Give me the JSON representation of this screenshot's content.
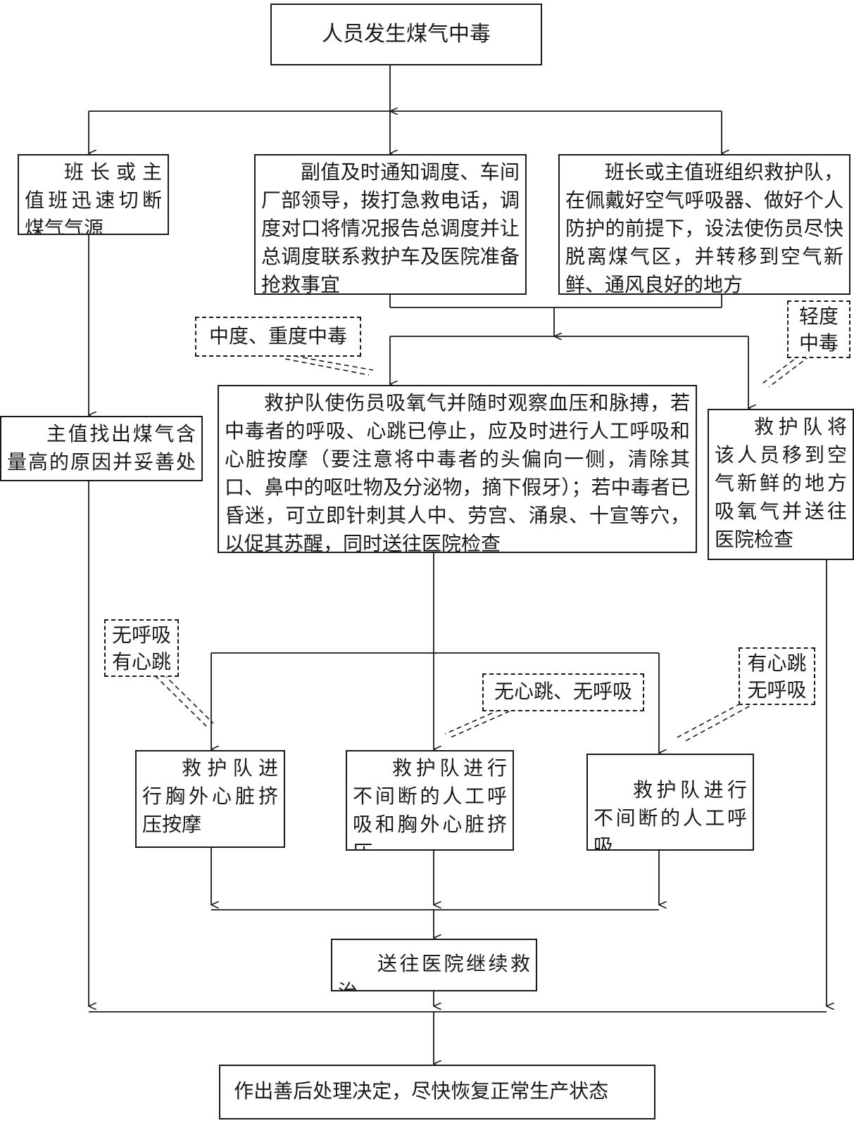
{
  "diagram": {
    "nodes": {
      "start": "人员发生煤气中毒",
      "cut_source": "班长或主值班迅速切断煤气气源",
      "notify": "副值及时通知调度、车间厂部领导，拨打急救电话，调度对口将情况报告总调度并让总调度联系救护车及医院准备抢救事宜",
      "rescue_team": "班长或主值班组织救护队，在佩戴好空气呼吸器、做好个人防护的前提下，设法使伤员尽快脱离煤气区，并转移到空气新鲜、通风良好的地方",
      "find_cause": "主值找出煤气含量高的原因并妥善处理",
      "oxygen_observe": "救护队使伤员吸氧气并随时观察血压和脉搏，若中毒者的呼吸、心跳已停止，应及时进行人工呼吸和心脏按摩（要注意将中毒者的头偏向一侧，清除其口、鼻中的呕吐物及分泌物，摘下假牙）；若中毒者已昏迷，可立即针刺其人中、劳宫、涌泉、十宣等穴，以促其苏醒，同时送往医院检查",
      "mild_move": "救护队将该人员移到空气新鲜的地方吸氧气并送往医院检查",
      "chest_compress": "救护队进行胸外心脏挤压按摩",
      "cpr_both": "救护队进行不间断的人工呼吸和胸外心脏挤压",
      "breathing_only": "救护队进行不间断的人工呼吸",
      "hospital": "送往医院继续救治",
      "final": "作出善后处理决定，尽快恢复正常生产状态"
    },
    "conditions": {
      "moderate_severe": "中度、重度中毒",
      "mild": "轻度中毒",
      "no_breath_heartbeat": "无呼吸有心跳",
      "no_heartbeat_no_breath": "无心跳、无呼吸",
      "heartbeat_no_breath": "有心跳无呼吸"
    }
  }
}
